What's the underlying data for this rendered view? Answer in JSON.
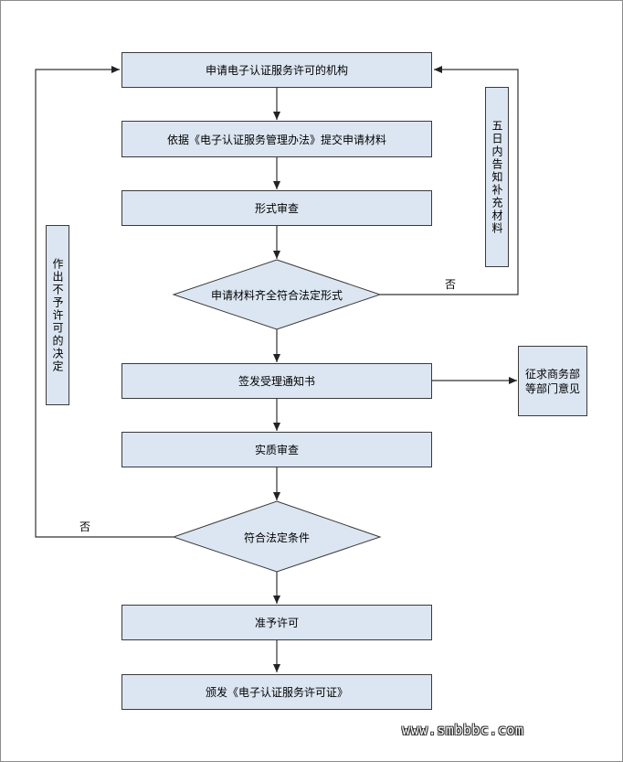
{
  "steps": {
    "apply_org": "申请电子认证服务许可的机构",
    "submit": "依据《电子认证服务管理办法》提交申请材料",
    "formal_review": "形式审查",
    "decision_formal": "申请材料齐全符合法定形式",
    "notice": "签发受理通知书",
    "substantive_review": "实质审查",
    "decision_legal": "符合法定条件",
    "approve": "准予许可",
    "issue": "颁发《电子认证服务许可证》"
  },
  "side": {
    "supplement": "五日内告知补充材料",
    "deny": "作出不予许可的决定",
    "consult": "征求商务部等部门意见"
  },
  "labels": {
    "no_right": "否",
    "no_left": "否"
  },
  "watermark": "www.smbbbc.com",
  "colors": {
    "box_fill": "#dce6f2",
    "stroke": "#3a3a3a"
  }
}
